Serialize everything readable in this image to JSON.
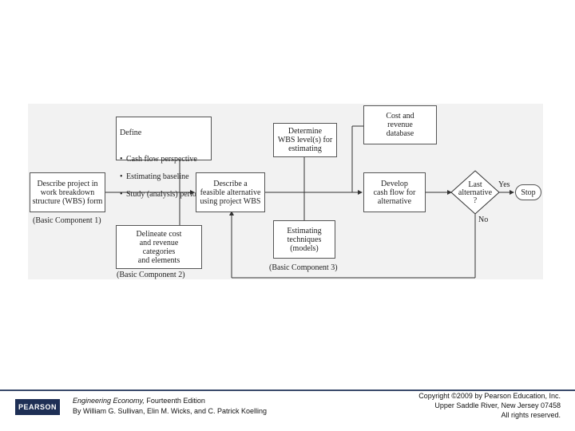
{
  "diagram": {
    "boxes": {
      "define": {
        "heading": "Define",
        "bullets": [
          "Cash flow perspective",
          "Estimating baseline",
          "Study (analysis) period"
        ]
      },
      "describe_project": "Describe project in\nwork breakdown\nstructure (WBS) form",
      "describe_alternative": "Describe a\nfeasible alternative\nusing project WBS",
      "determine_wbs": "Determine\nWBS level(s) for\nestimating",
      "cost_revenue_db": "Cost and\nrevenue\ndatabase",
      "develop_cash_flow": "Develop\ncash flow for\nalternative",
      "delineate": "Delineate cost\nand revenue\ncategories\nand elements",
      "estimating_techniques": "Estimating\ntechniques\n(models)"
    },
    "decision": "Last\nalternative\n?",
    "yes_label": "Yes",
    "no_label": "No",
    "stop_label": "Stop",
    "captions": {
      "component1": "(Basic Component 1)",
      "component2": "(Basic Component 2)",
      "component3": "(Basic Component 3)"
    }
  },
  "footer": {
    "logo_text": "PEARSON",
    "book_title": "Engineering Economy,",
    "edition": " Fourteenth Edition",
    "authors": "By William G. Sullivan, Elin M. Wicks, and C. Patrick Koelling",
    "copyright_line1": "Copyright ©2009 by Pearson Education, Inc.",
    "copyright_line2": "Upper Saddle River, New Jersey 07458",
    "copyright_line3": "All rights reserved."
  }
}
